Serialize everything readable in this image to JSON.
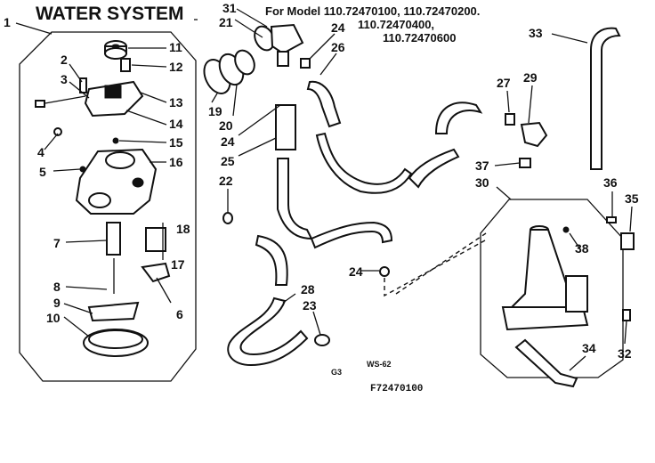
{
  "title": "WATER SYSTEM",
  "models": {
    "line1": "For Model 110.72470100, 110.72470200.",
    "line2": "110.72470400,",
    "line3": "110.72470600"
  },
  "footer": {
    "small_code": "WS-62",
    "g_mark": "G3",
    "figure_code": "F72470100"
  },
  "callouts": {
    "c1": "1",
    "c2": "2",
    "c3": "3",
    "c4": "4",
    "c5": "5",
    "c6": "6",
    "c7": "7",
    "c8": "8",
    "c9": "9",
    "c10": "10",
    "c11": "11",
    "c12": "12",
    "c13": "13",
    "c14": "14",
    "c15": "15",
    "c16": "16",
    "c17": "17",
    "c18": "18",
    "c19": "19",
    "c20": "20",
    "c21": "21",
    "c22": "22",
    "c23": "23",
    "c24a": "24",
    "c24b": "24",
    "c24c": "24",
    "c25": "25",
    "c26": "26",
    "c27": "27",
    "c28": "28",
    "c29": "29",
    "c30": "30",
    "c31": "31",
    "c32": "32",
    "c33": "33",
    "c34": "34",
    "c35": "35",
    "c36": "36",
    "c37": "37",
    "c38": "38"
  }
}
